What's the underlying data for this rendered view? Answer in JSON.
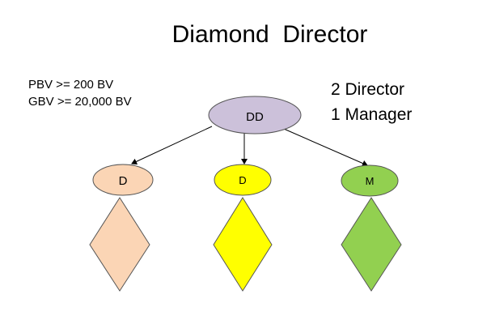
{
  "title": "Diamond  Director",
  "requirements": {
    "pbv": "PBV >= 200 BV",
    "gbv": "GBV >= 20,000 BV"
  },
  "summary": {
    "directors": "2 Director",
    "managers": "1 Manager"
  },
  "nodes": {
    "root": {
      "label": "DD",
      "fill": "#ccc1da"
    },
    "left": {
      "label": "D",
      "fill": "#fbd5b5"
    },
    "middle": {
      "label": "D",
      "fill": "#ffff00"
    },
    "right": {
      "label": "M",
      "fill": "#92d050"
    }
  },
  "colors": {
    "outline": "#555555",
    "connector": "#000000"
  }
}
